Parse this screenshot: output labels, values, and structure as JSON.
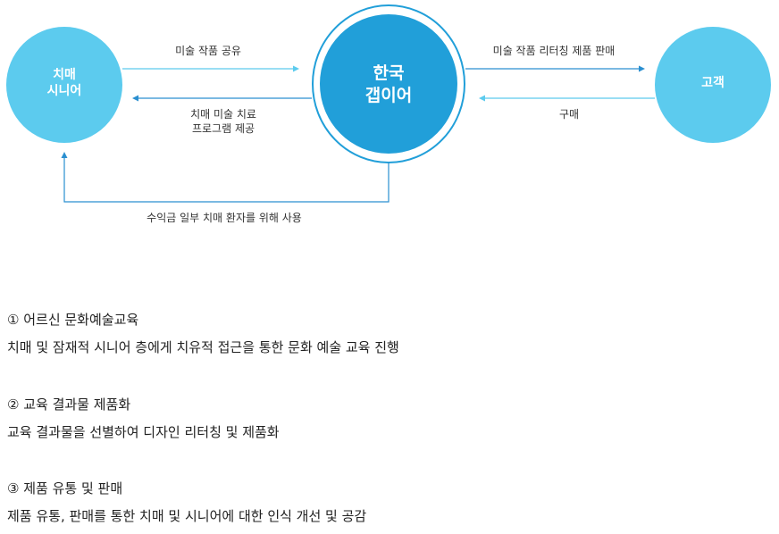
{
  "colors": {
    "light_node": "#5ccbee",
    "center_node": "#219fd9",
    "light_arrow": "#5ccbee",
    "dark_arrow": "#2a8fd0"
  },
  "nodes": {
    "senior": {
      "line1": "치매",
      "line2": "시니어"
    },
    "center": {
      "line1": "한국",
      "line2": "갭이어"
    },
    "customer": {
      "line1": "고객"
    }
  },
  "flows": {
    "share_art": "미술 작품 공유",
    "therapy_line1": "치매 미술 치료",
    "therapy_line2": "프로그램 제공",
    "sell_products": "미술 작품 리터칭 제품 판매",
    "purchase": "구매",
    "revenue": "수익금 일부 치매 환자를 위해 사용"
  },
  "sections": [
    {
      "title": "① 어르신 문화예술교육",
      "body": "치매 및 잠재적 시니어 층에게 치유적 접근을 통한 문화 예술 교육 진행"
    },
    {
      "title": "② 교육 결과물 제품화",
      "body": "교육 결과물을 선별하여 디자인 리터칭 및 제품화"
    },
    {
      "title": "③ 제품 유통 및 판매",
      "body": "제품 유통, 판매를 통한 치매 및 시니어에 대한 인식 개선 및 공감"
    }
  ]
}
